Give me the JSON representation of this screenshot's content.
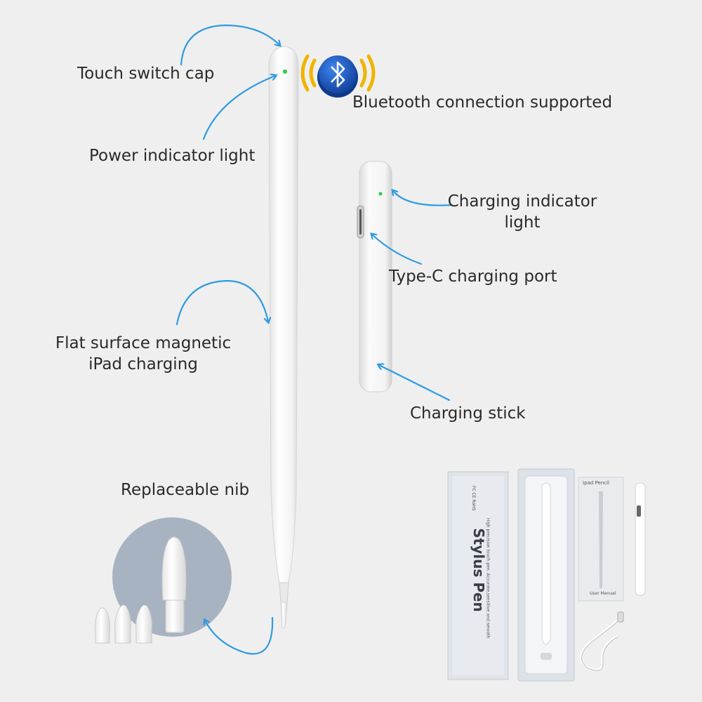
{
  "labels": {
    "touch_switch_cap": "Touch switch cap",
    "bluetooth": "Bluetooth connection supported",
    "power_indicator": "Power indicator light",
    "charging_indicator_line1": "Charging indicator",
    "charging_indicator_line2": "light",
    "type_c_port": "Type-C charging port",
    "magnetic_line1": "Flat surface magnetic",
    "magnetic_line2": "iPad charging",
    "charging_stick": "Charging stick",
    "replaceable_nib": "Replaceable nib"
  },
  "package": {
    "box_title": "Stylus Pen",
    "box_subtitle": "High precision touch pen. Accurate,sensitive and smooth",
    "box_marks": "FC CE RoHS",
    "manual_title": "Ipad Pencil",
    "manual_footer": "User Manual"
  },
  "icons": [
    "bluetooth-icon"
  ],
  "colors": {
    "background": "#efefef",
    "arrow": "#2f9be0",
    "bluetooth_blue": "#1f5fd0",
    "bluetooth_waves": "#f0b400",
    "indicator_green": "#2ecc40",
    "nib_circle": "#a8b3c2"
  }
}
